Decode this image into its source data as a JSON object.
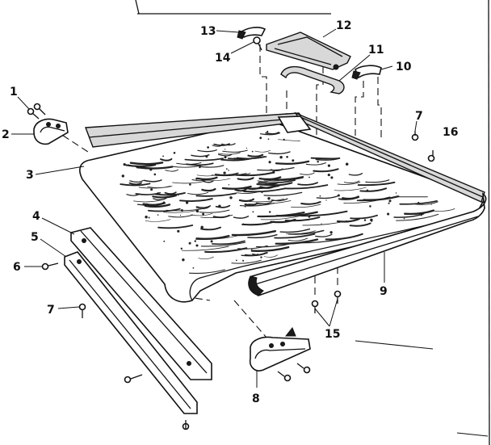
{
  "diagram": {
    "callouts": [
      {
        "id": "c1",
        "label": "1"
      },
      {
        "id": "c2",
        "label": "2"
      },
      {
        "id": "c3",
        "label": "3"
      },
      {
        "id": "c4",
        "label": "4"
      },
      {
        "id": "c5",
        "label": "5"
      },
      {
        "id": "c6",
        "label": "6"
      },
      {
        "id": "c7a",
        "label": "7"
      },
      {
        "id": "c7b",
        "label": "7"
      },
      {
        "id": "c8",
        "label": "8"
      },
      {
        "id": "c9",
        "label": "9"
      },
      {
        "id": "c10",
        "label": "10"
      },
      {
        "id": "c11",
        "label": "11"
      },
      {
        "id": "c12",
        "label": "12"
      },
      {
        "id": "c13",
        "label": "13"
      },
      {
        "id": "c14",
        "label": "14"
      },
      {
        "id": "c15",
        "label": "15"
      },
      {
        "id": "c16",
        "label": "16"
      }
    ],
    "colors": {
      "ink": "#111111",
      "paper": "#ffffff",
      "woodgrain": "#222222"
    }
  }
}
